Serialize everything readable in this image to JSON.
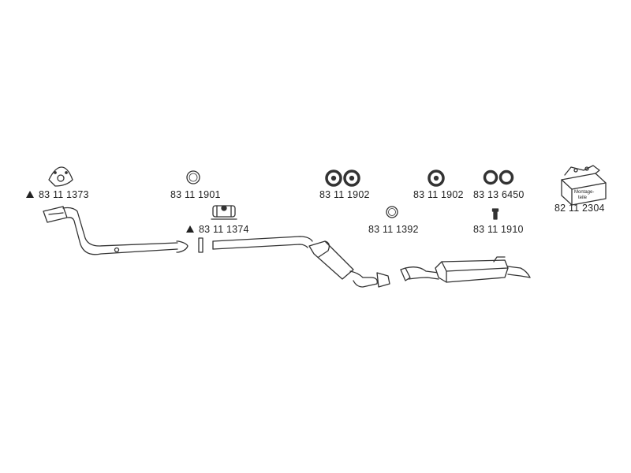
{
  "parts": [
    {
      "id": "p1",
      "number": "83 11 1373",
      "marker": "triangle",
      "icon": "three-hole-flange-gasket-icon"
    },
    {
      "id": "p2",
      "number": "83 11 1901",
      "marker": "",
      "icon": "ring-gasket-icon"
    },
    {
      "id": "p3",
      "number": "83 11 1374",
      "marker": "triangle",
      "icon": "pipe-clamp-icon"
    },
    {
      "id": "p4",
      "number": "83 11 1902",
      "marker": "",
      "icon": "rubber-hanger-pair-icon"
    },
    {
      "id": "p5",
      "number": "83 11 1902",
      "marker": "",
      "icon": "rubber-hanger-icon"
    },
    {
      "id": "p6",
      "number": "83 11 1392",
      "marker": "",
      "icon": "ring-gasket-icon"
    },
    {
      "id": "p7",
      "number": "83 13 6450",
      "marker": "",
      "icon": "rubber-ring-pair-icon"
    },
    {
      "id": "p8",
      "number": "83 11 1910",
      "marker": "",
      "icon": "bolt-icon"
    },
    {
      "id": "p9",
      "number": "82 11 2304",
      "marker": "",
      "icon": "mounting-kit-box-icon"
    }
  ],
  "kit_box_text": {
    "line1": "Montage-",
    "line2": "teile"
  },
  "colors": {
    "line": "#333333",
    "fill": "#ffffff",
    "text": "#222222"
  }
}
